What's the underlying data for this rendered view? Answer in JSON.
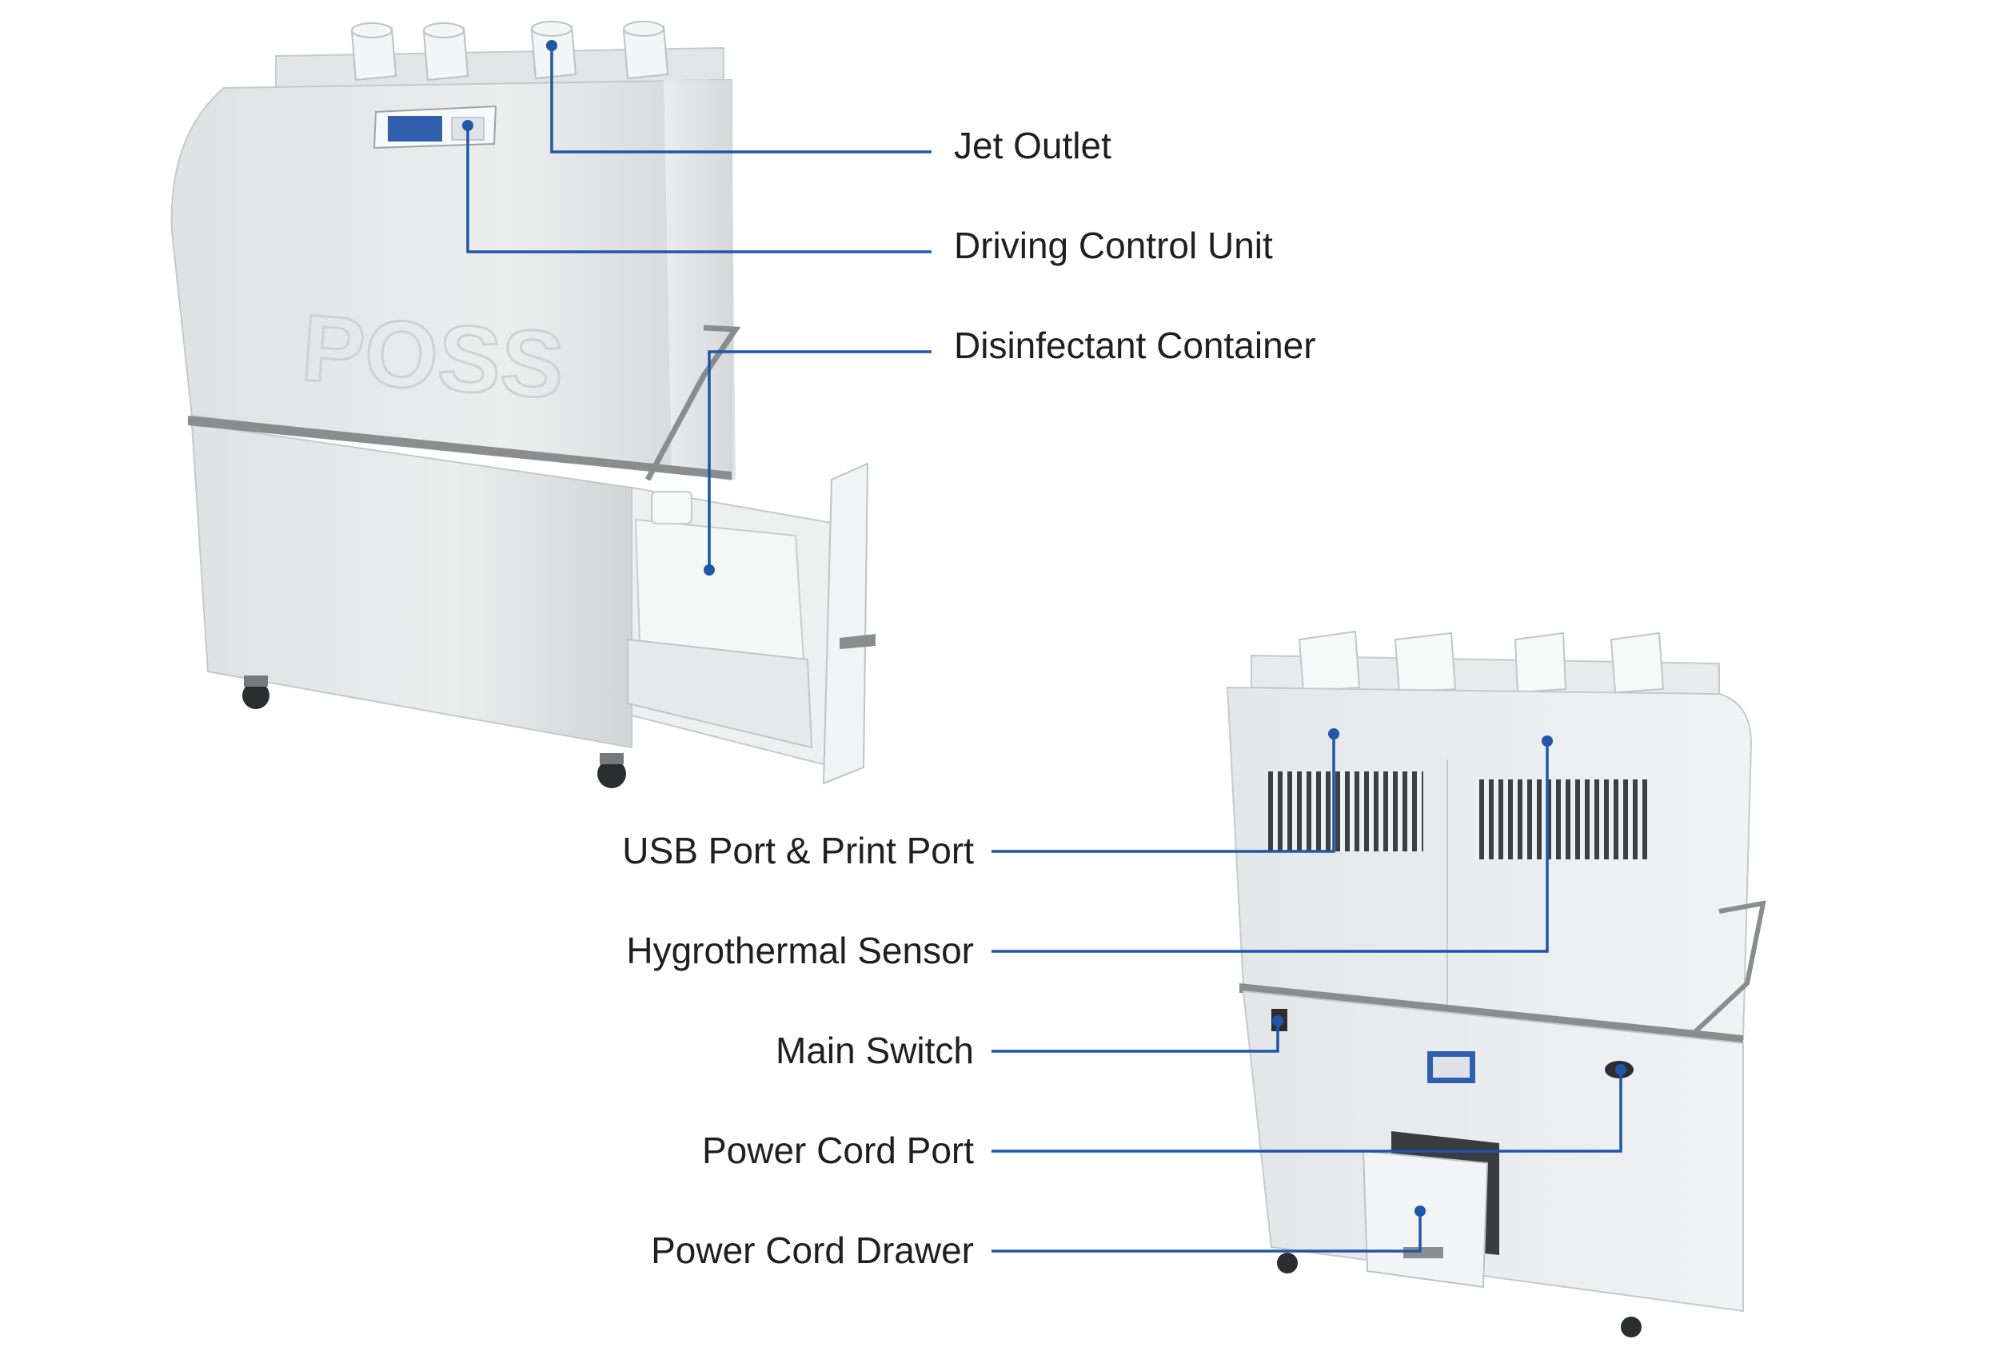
{
  "colors": {
    "leader": "#1f57a8",
    "label_text": "#1f1f1f",
    "cabinet": "#e9eaeb",
    "cabinet_shade": "#d7d9db",
    "rail": "#8a8c8f",
    "background": "#ffffff"
  },
  "front_unit": {
    "brand_mark": "POSS",
    "callouts": [
      {
        "id": "jet-outlet",
        "label": "Jet Outlet"
      },
      {
        "id": "driving-control-unit",
        "label": "Driving Control Unit"
      },
      {
        "id": "disinfectant-container",
        "label": "Disinfectant Container"
      }
    ]
  },
  "rear_unit": {
    "callouts": [
      {
        "id": "usb-print-port",
        "label": "USB Port & Print Port"
      },
      {
        "id": "hygrothermal-sensor",
        "label": "Hygrothermal Sensor"
      },
      {
        "id": "main-switch",
        "label": "Main Switch"
      },
      {
        "id": "power-cord-port",
        "label": "Power Cord Port"
      },
      {
        "id": "power-cord-drawer",
        "label": "Power Cord Drawer"
      }
    ]
  }
}
